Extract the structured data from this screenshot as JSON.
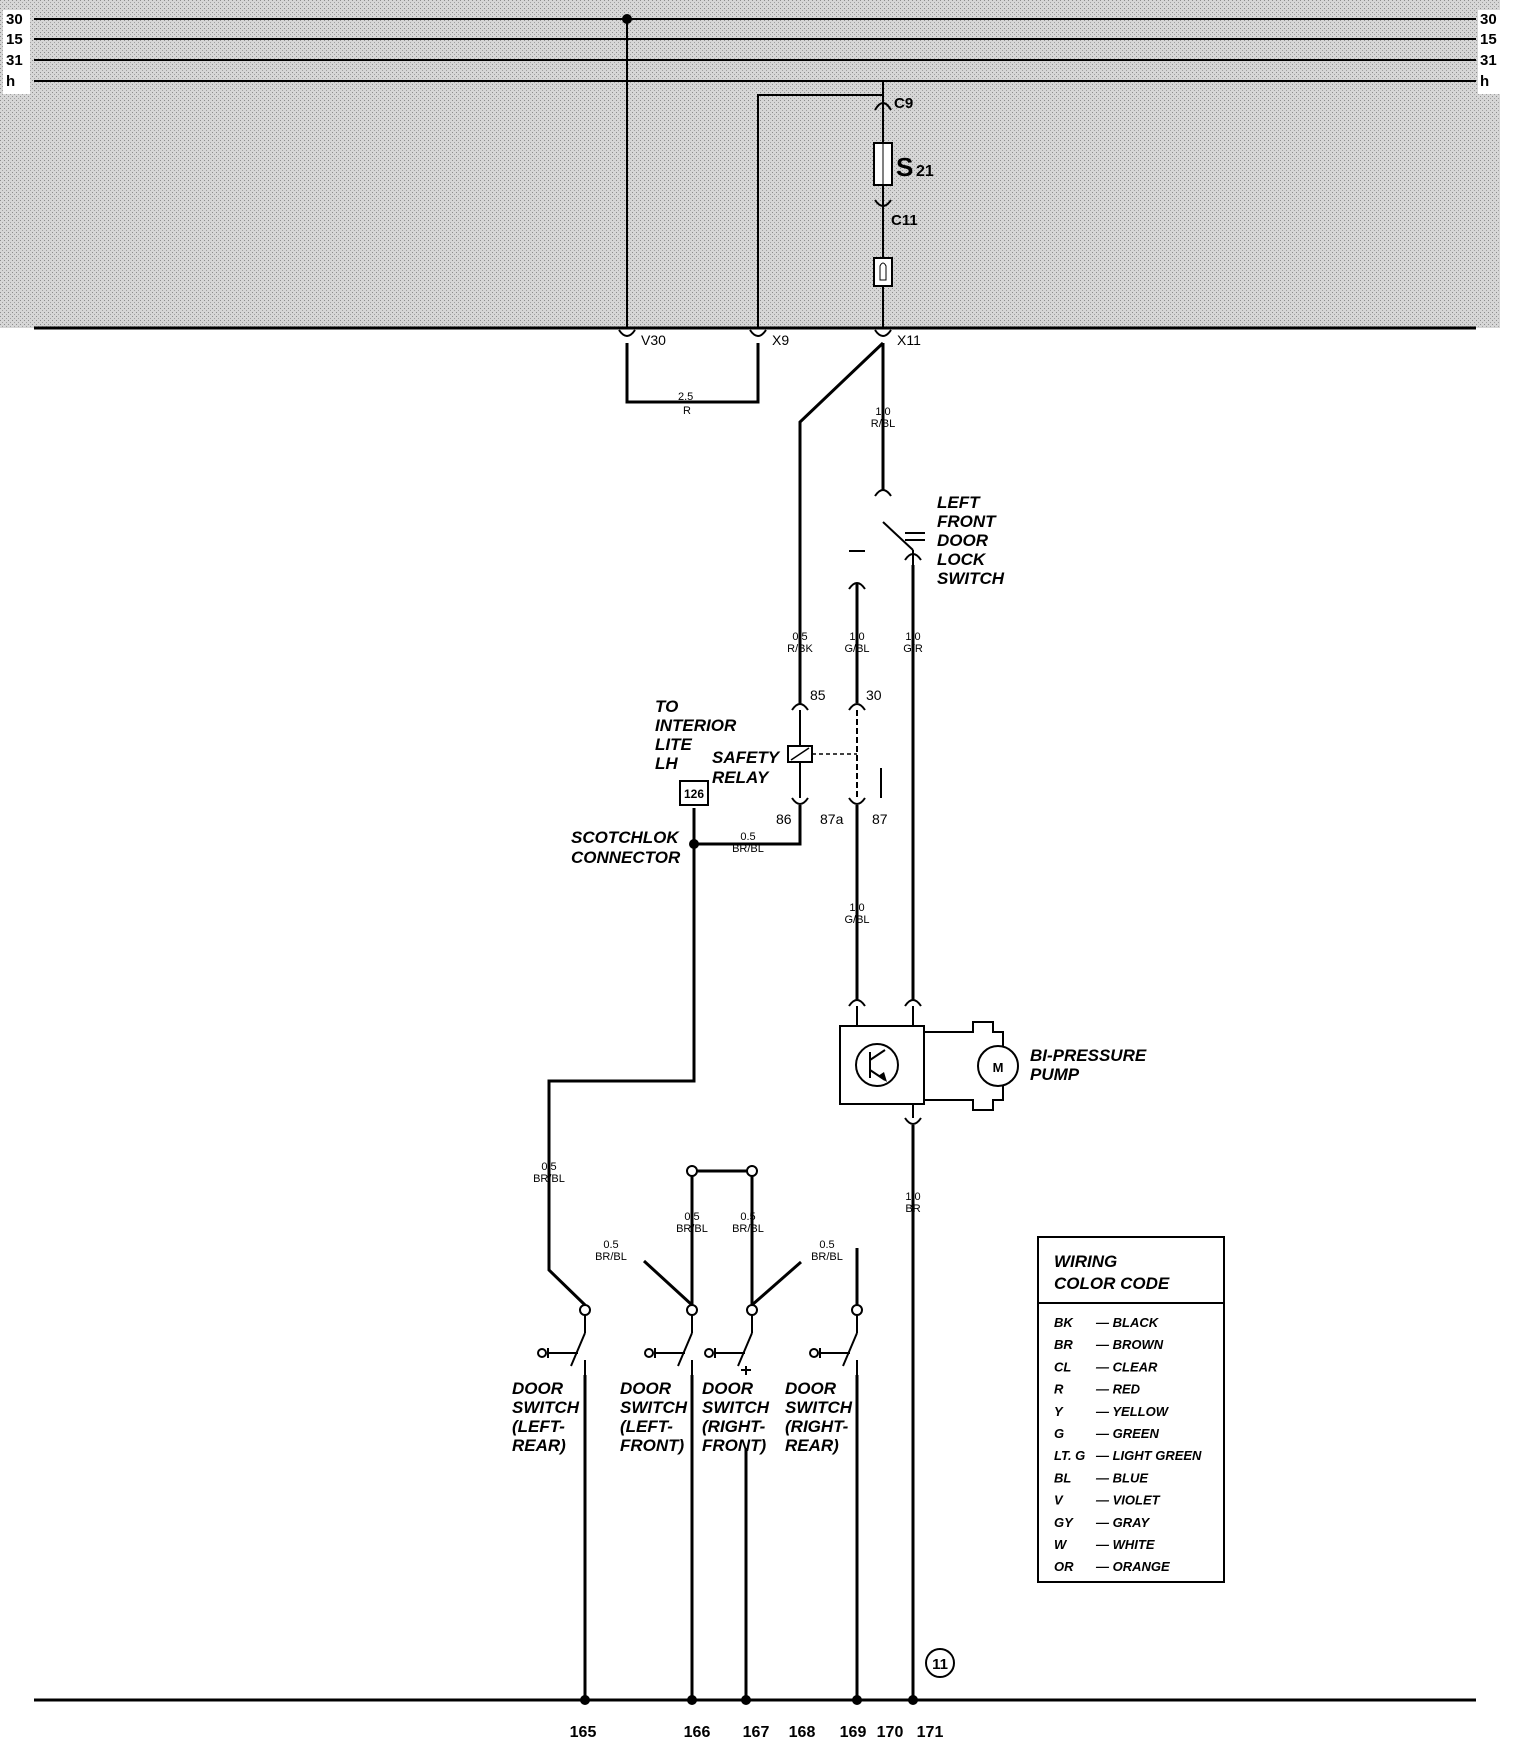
{
  "bus_labels": {
    "left": [
      "30",
      "15",
      "31",
      "h"
    ],
    "right": [
      "30",
      "15",
      "31",
      "h"
    ]
  },
  "fuse": {
    "top_connector": "C9",
    "label": "S",
    "sub": "21",
    "bottom_connector": "C11"
  },
  "connectors": {
    "v30": "V30",
    "x9": "X9",
    "x11": "X11"
  },
  "wires": {
    "r_gauge": "2.5",
    "r_color": "R",
    "rbl_gauge": "1.0",
    "rbl_color": "R/BL",
    "rbk_gauge": "0.5",
    "rbk_color": "R/BK",
    "gbl_gauge": "1.0",
    "gbl_color": "G/BL",
    "gr_gauge": "1.0",
    "gr_color": "G/R",
    "brbl_relay_gauge": "0.5",
    "brbl_relay_color": "BR/BL",
    "gbl2_gauge": "1.0",
    "gbl2_color": "G/BL",
    "brbl_left_gauge": "0.5",
    "brbl_left_color": "BR/BL",
    "br_gauge": "1.0",
    "br_color": "BR",
    "sw1_gauge": "0.5",
    "sw1_color": "BR/BL",
    "sw2_gauge": "0.5",
    "sw2_color": "BR/BL",
    "sw3_gauge": "0.5",
    "sw3_color": "BR/BL",
    "sw4_gauge": "0.5",
    "sw4_color": "BR/BL"
  },
  "components": {
    "lock_switch": [
      "LEFT",
      "FRONT",
      "DOOR",
      "LOCK",
      "SWITCH"
    ],
    "interior_lite": [
      "TO",
      "INTERIOR",
      "LITE",
      "LH"
    ],
    "interior_lite_ref": "126",
    "safety_relay": [
      "SAFETY",
      "RELAY"
    ],
    "relay_pins": {
      "p85": "85",
      "p30": "30",
      "p86": "86",
      "p87a": "87a",
      "p87": "87"
    },
    "scotchlok": [
      "SCOTCHLOK",
      "CONNECTOR"
    ],
    "pump": [
      "BI-PRESSURE",
      "PUMP"
    ],
    "motor_symbol": "M"
  },
  "door_switches": [
    {
      "lines": [
        "DOOR",
        "SWITCH",
        "(LEFT-",
        "REAR)"
      ]
    },
    {
      "lines": [
        "DOOR",
        "SWITCH",
        "(LEFT-",
        "FRONT)"
      ]
    },
    {
      "lines": [
        "DOOR",
        "SWITCH",
        "(RIGHT-",
        "FRONT)"
      ]
    },
    {
      "lines": [
        "DOOR",
        "SWITCH",
        "(RIGHT-",
        "REAR)"
      ]
    }
  ],
  "ground_marker": "11",
  "bottom_numbers": [
    "165",
    "166",
    "167",
    "168",
    "169",
    "170",
    "171"
  ],
  "legend": {
    "title": [
      "WIRING",
      "COLOR CODE"
    ],
    "entries": [
      {
        "code": "BK",
        "name": "— BLACK"
      },
      {
        "code": "BR",
        "name": "— BROWN"
      },
      {
        "code": "CL",
        "name": "— CLEAR"
      },
      {
        "code": "R",
        "name": "— RED"
      },
      {
        "code": "Y",
        "name": "— YELLOW"
      },
      {
        "code": "G",
        "name": "— GREEN"
      },
      {
        "code": "LT. G",
        "name": "— LIGHT GREEN"
      },
      {
        "code": "BL",
        "name": "— BLUE"
      },
      {
        "code": "V",
        "name": "— VIOLET"
      },
      {
        "code": "GY",
        "name": "— GRAY"
      },
      {
        "code": "W",
        "name": "— WHITE"
      },
      {
        "code": "OR",
        "name": "— ORANGE"
      }
    ]
  },
  "colors": {
    "header_shade": "#cfcfcf",
    "line": "#000000"
  }
}
